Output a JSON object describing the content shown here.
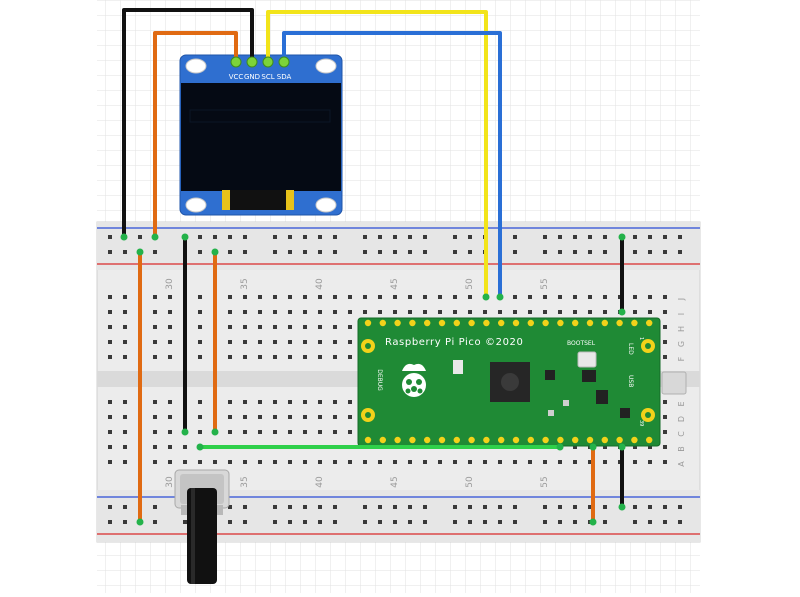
{
  "oled": {
    "pins": [
      "VCC",
      "GND",
      "SCL",
      "SDA"
    ],
    "colors": {
      "board": "#2f6fd0",
      "screen": "#050a14",
      "header": "#e8c21a"
    }
  },
  "pico": {
    "title": "Raspberry Pi Pico ©2020",
    "bootsel": "BOOTSEL",
    "debug": "DEBUG",
    "led": "LED",
    "usb": "USB",
    "pin_top": "1",
    "pin_bottom": "39",
    "colors": {
      "board": "#1f8a35",
      "pad": "#f2d21a"
    }
  },
  "breadboard": {
    "column_labels_top": [
      "30",
      "35",
      "40",
      "45",
      "50",
      "55"
    ],
    "column_labels_bottom": [
      "30",
      "35",
      "40",
      "45",
      "50",
      "55"
    ],
    "row_labels": [
      "J",
      "I",
      "H",
      "G",
      "F",
      "E",
      "D",
      "C",
      "B",
      "A"
    ],
    "colors": {
      "body": "#ececec",
      "rail_blue": "#2a4bd7",
      "rail_red": "#d92b2b",
      "hole": "#3a3a3a",
      "hole_active": "#23b24a"
    }
  },
  "wires": {
    "colors": {
      "black": "#111111",
      "orange": "#e06a12",
      "yellow": "#f2e41a",
      "blue": "#2a6fd6",
      "green": "#2fd04a"
    }
  },
  "potentiometer": {
    "colors": {
      "body": "#d8d8d8",
      "knob": "#111111"
    }
  }
}
